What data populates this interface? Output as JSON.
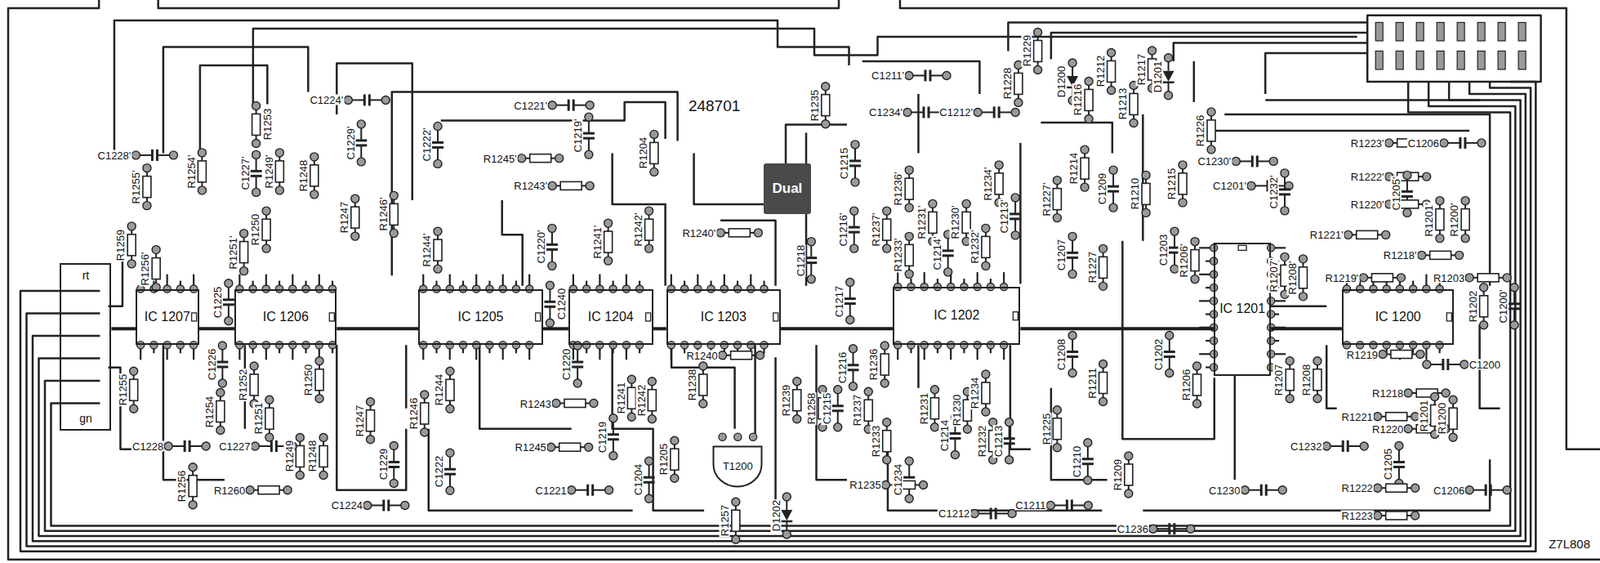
{
  "diagram": {
    "nodes": [
      {
        "text": [
          "Dual"
        ]
      },
      {
        "text": [
          "rt",
          "gn"
        ]
      },
      {
        "text": [
          "IC 1207"
        ]
      },
      {
        "text": [
          "IC 1206"
        ]
      },
      {
        "text": [
          "IC 1205"
        ]
      },
      {
        "text": [
          "IC 1204"
        ]
      },
      {
        "text": [
          "IC 1203"
        ]
      },
      {
        "text": [
          "IC 1202"
        ]
      },
      {
        "text": [
          "IC 1201"
        ]
      },
      {
        "text": [
          "IC 1200"
        ]
      },
      {
        "text": [
          "T1200"
        ]
      }
    ],
    "edges": [
      {
        "from": 1,
        "to": 2,
        "arrow": "none"
      },
      {
        "from": 2,
        "to": 3,
        "arrow": "none"
      },
      {
        "from": 3,
        "to": 4,
        "arrow": "none"
      },
      {
        "from": 4,
        "to": 5,
        "arrow": "none"
      },
      {
        "from": 5,
        "to": 6,
        "arrow": "none"
      },
      {
        "from": 6,
        "to": 7,
        "arrow": "none"
      },
      {
        "from": 7,
        "to": 8,
        "arrow": "none"
      },
      {
        "from": 8,
        "to": 9,
        "arrow": "none"
      }
    ],
    "labels": [
      "248701",
      "C1228'",
      "R1255'",
      "R1254'",
      "C1227'",
      "R1249'",
      "R1253",
      "C1224'",
      "C1229'",
      "R1248",
      "R1247",
      "R1250",
      "R1251'",
      "R1256'",
      "R1259",
      "C1225",
      "C1222'",
      "C1221'",
      "R1245'",
      "C1219'",
      "R1243'",
      "R1204",
      "R1246'",
      "R1244'",
      "C1220'",
      "R1241'",
      "R1242'",
      "R1240'",
      "C1240",
      "R1235",
      "C1211'",
      "C1234'",
      "C1212'",
      "C1215",
      "R1236'",
      "C1216'",
      "R1237'",
      "R1233'",
      "R1231'",
      "C1214'",
      "R1230'",
      "R1232'",
      "R1234'",
      "C1213'",
      "R1228",
      "R1229",
      "D1200",
      "R1216",
      "R1212",
      "R1213",
      "R1217",
      "D1201",
      "R1226",
      "R1214",
      "R1227'",
      "C1209",
      "R1210",
      "R1215",
      "C1230'",
      "C1201'",
      "C1232'",
      "R1223'",
      "C1206",
      "R1222'",
      "C1205'",
      "R1220'",
      "R1201'",
      "R1200'",
      "R1221'",
      "R1218'",
      "R1219'",
      "R1203",
      "R1202",
      "C1200'",
      "C1207",
      "R1227",
      "C1203",
      "R1206'",
      "R1207'",
      "R1208'",
      "C1218",
      "C1217",
      "C1226",
      "R1255",
      "R1254",
      "R1252",
      "R1251",
      "R1250",
      "R1249",
      "R1248",
      "R1247",
      "C1228",
      "R1256",
      "C1227",
      "R1260",
      "C1224",
      "C1229",
      "R1246",
      "R1244",
      "C1222",
      "R1243",
      "R1245",
      "C1221",
      "C1219",
      "C1220",
      "R1241",
      "R1242",
      "R1240",
      "R1238",
      "C1204",
      "R1205",
      "R1257",
      "D1202",
      "R1239",
      "R1258",
      "C1215",
      "C1216",
      "R1236",
      "R1237",
      "R1233",
      "C1234",
      "R1235",
      "R1231",
      "C1214",
      "R1230",
      "R1234",
      "R1232",
      "C1213",
      "C1212",
      "C1211",
      "C1208",
      "R1225",
      "R1211",
      "C1210",
      "R1209",
      "C1236",
      "C1202",
      "R1206",
      "C1230",
      "R1207",
      "R1208",
      "R1219",
      "R1218",
      "R1221",
      "R1220",
      "C1232",
      "R1201",
      "R1200",
      "C1205",
      "R1222",
      "R1223",
      "C1206",
      "C1200",
      "Z7L808"
    ]
  }
}
